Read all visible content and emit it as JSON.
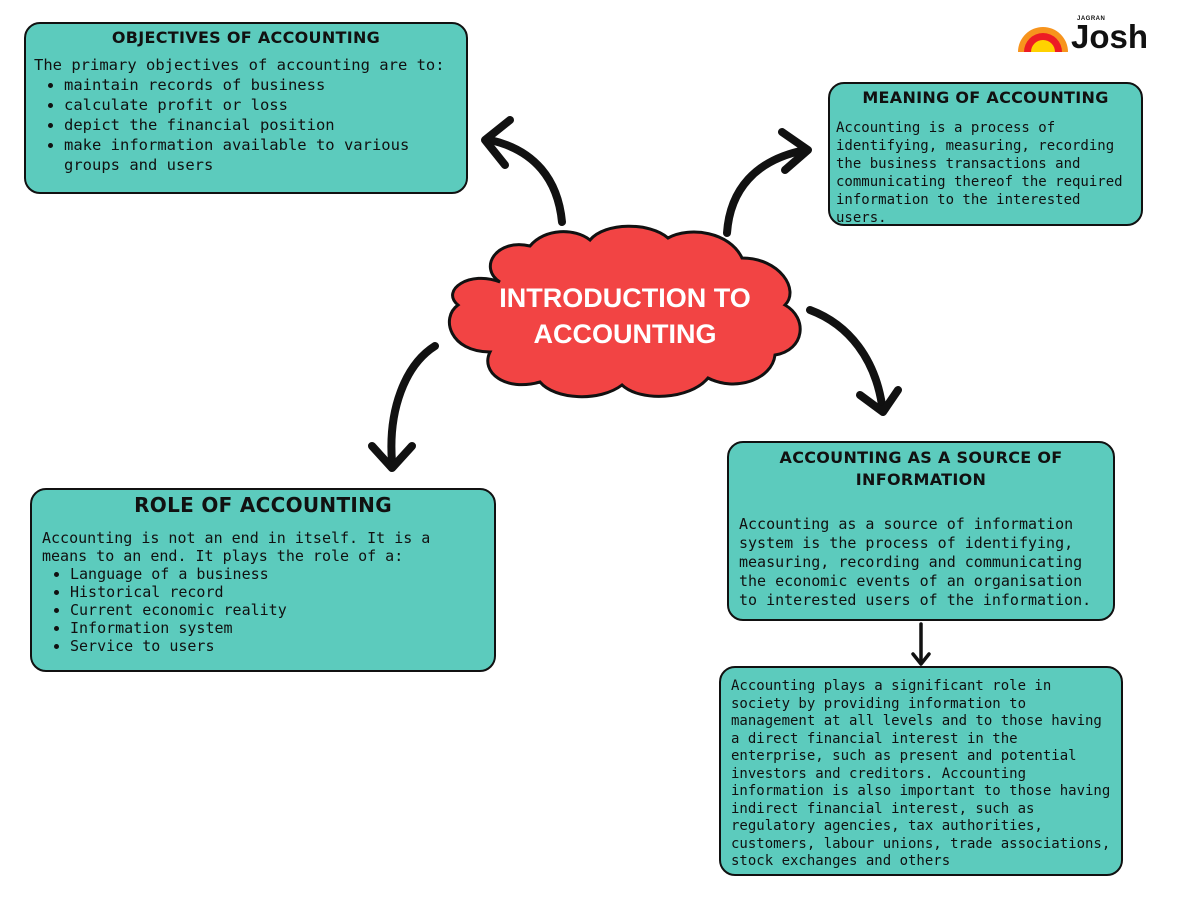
{
  "central": {
    "line1": "INTRODUCTION TO",
    "line2": "ACCOUNTING"
  },
  "brand": {
    "small": "JAGRAN",
    "main": "Josh"
  },
  "objectives": {
    "title": "OBJECTIVES OF ACCOUNTING",
    "intro": "The primary objectives of accounting are to:",
    "items": [
      "maintain records of business",
      "calculate profit or loss",
      "depict the financial position",
      "make information available to various groups and users"
    ]
  },
  "meaning": {
    "title": "MEANING OF ACCOUNTING",
    "text": "Accounting is a process of identifying, measuring, recording the business transactions and communicating thereof the required information to the interested users."
  },
  "role": {
    "title": "ROLE OF ACCOUNTING",
    "intro": "Accounting is not an end in itself. It is a means to an end. It plays the role of a:",
    "items": [
      "Language of a business",
      "Historical record",
      "Current economic reality",
      "Information system",
      "Service to users"
    ]
  },
  "source": {
    "title": "ACCOUNTING AS A SOURCE OF INFORMATION",
    "text": "Accounting as a source of information system is the process of identifying, measuring, recording and communicating the economic events of an organisation to interested users of the information."
  },
  "society": {
    "text": "Accounting plays a significant role in society by providing information to management at all levels and to those having a direct financial interest in the enterprise, such as present and potential investors and creditors. Accounting information is also important to those having indirect financial interest, such as regulatory agencies, tax authorities, customers, labour unions, trade associations, stock exchanges and others"
  },
  "colors": {
    "box_fill": "#5ccbbd",
    "cloud_fill": "#f24444",
    "outline": "#111111"
  }
}
